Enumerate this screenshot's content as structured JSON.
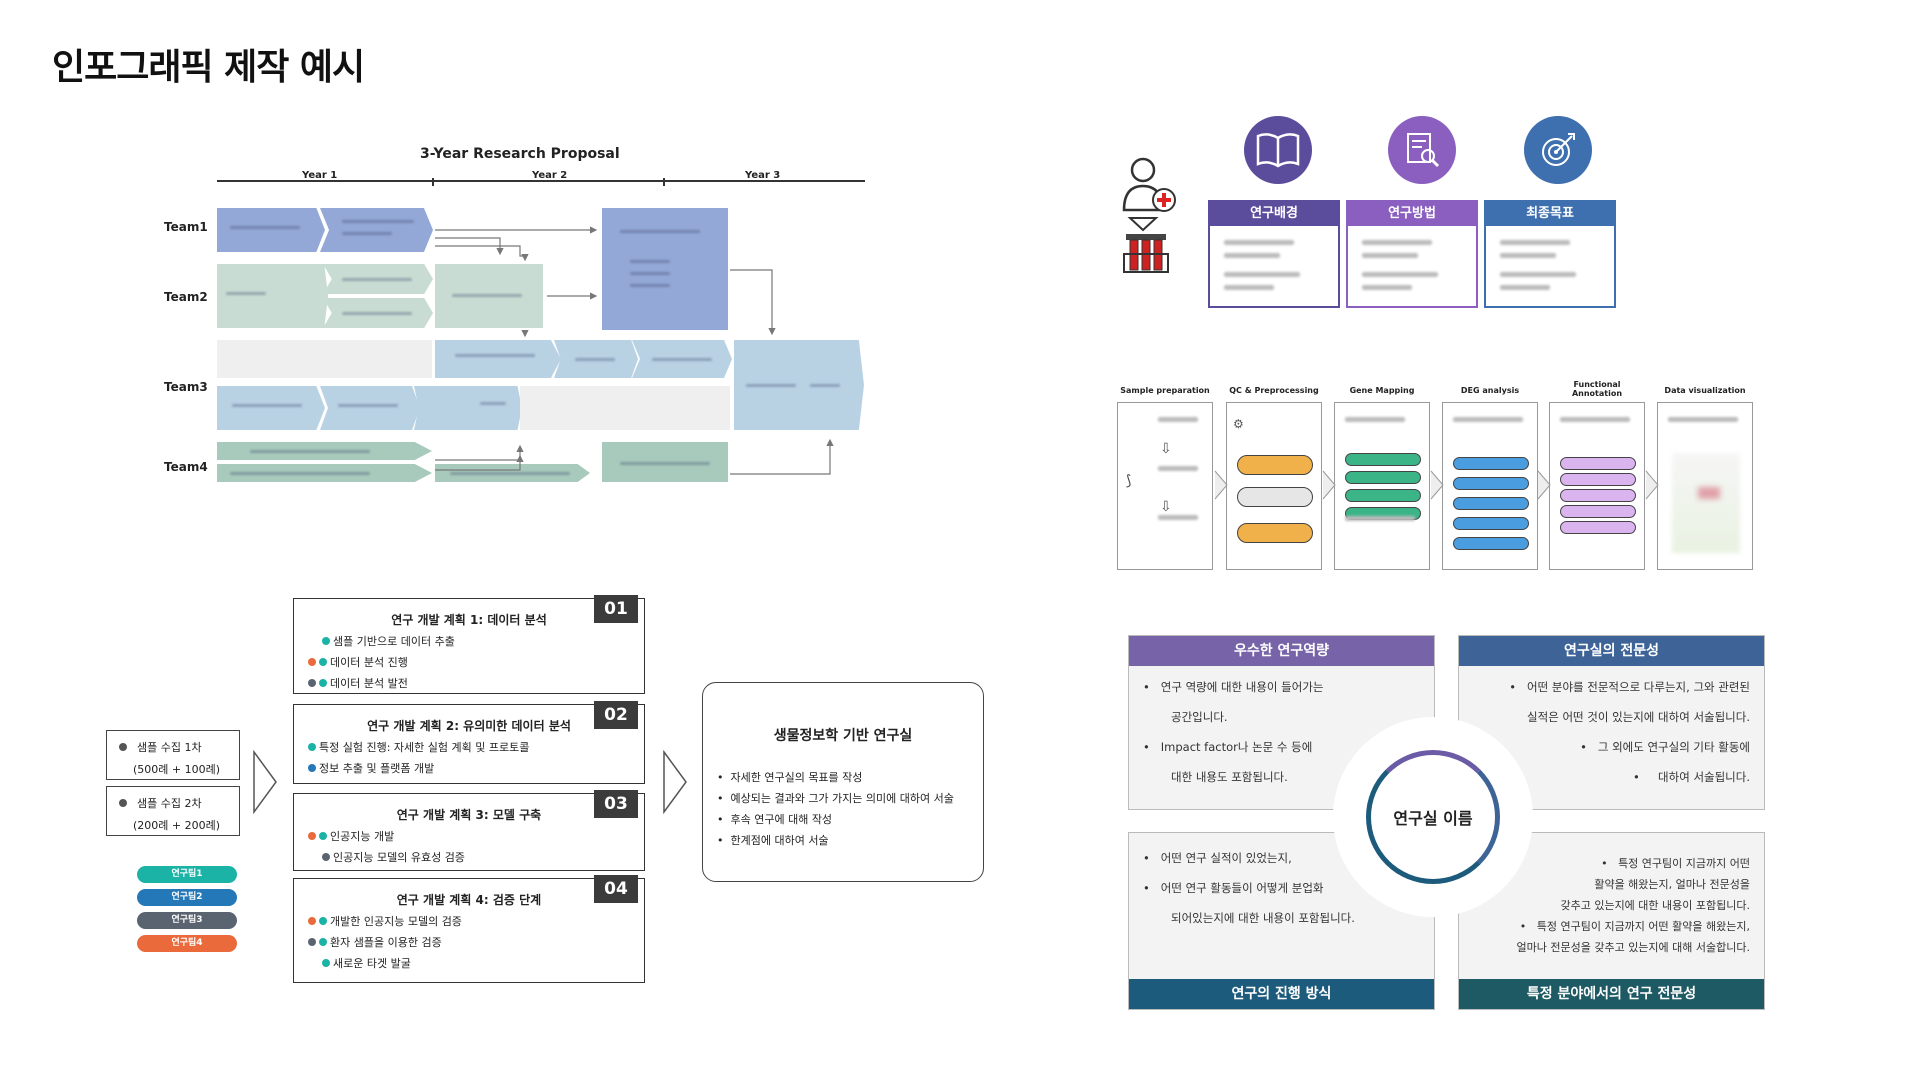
{
  "page": {
    "title": "인포그래픽 제작 예시"
  },
  "gantt": {
    "title": "3-Year Research Proposal",
    "years": [
      "Year 1",
      "Year 2",
      "Year 3"
    ],
    "teams": [
      "Team1",
      "Team2",
      "Team3",
      "Team4"
    ]
  },
  "icon_boxes": [
    {
      "label": "연구배경",
      "color": "#5b4d9c",
      "icon": "book-icon"
    },
    {
      "label": "연구방법",
      "color": "#8a5fbf",
      "icon": "document-search-icon"
    },
    {
      "label": "최종목표",
      "color": "#3e6fae",
      "icon": "target-icon"
    }
  ],
  "pipeline": {
    "steps": [
      "Sample preparation",
      "QC & Preprocessing",
      "Gene Mapping",
      "DEG analysis",
      "Functional Annotation",
      "Data visualization"
    ]
  },
  "samples": {
    "items": [
      "샘플 수집 1차",
      "(500례 + 100례)",
      "샘플 수집 2차",
      "(200례 + 200례)"
    ]
  },
  "teams_legend": [
    {
      "label": "연구팀1",
      "color": "#1ab3a6"
    },
    {
      "label": "연구팀2",
      "color": "#2478b8"
    },
    {
      "label": "연구팀3",
      "color": "#5a6470"
    },
    {
      "label": "연구팀4",
      "color": "#ea6a3b"
    }
  ],
  "plans": [
    {
      "num": "01",
      "title": "연구 개발 계획 1: 데이터 분석",
      "rows": [
        "샘플 기반으로 데이터 추출",
        "데이터 분석 진행",
        "데이터 분석 발전"
      ]
    },
    {
      "num": "02",
      "title": "연구 개발 계획 2: 유의미한 데이터 분석",
      "rows": [
        "특정 실험 진행: 자세한 실험 계획 및 프로토콜",
        "정보 추출 및 플랫폼 개발"
      ]
    },
    {
      "num": "03",
      "title": "연구 개발 계획 3: 모델 구축",
      "rows": [
        "인공지능 개발",
        "인공지능 모델의 유효성 검증"
      ]
    },
    {
      "num": "04",
      "title": "연구 개발 계획 4: 검증 단계",
      "rows": [
        "개발한 인공지능 모델의 검증",
        "환자 샘플을 이용한 검증",
        "새로운 타겟 발굴"
      ]
    }
  ],
  "lab_box": {
    "title": "생물정보학 기반 연구실",
    "items": [
      "자세한 연구실의 목표를 작성",
      "예상되는 결과와 그가 가지는 의미에 대하여 서술",
      "후속 연구에 대해 작성",
      "한계점에 대하여 서술"
    ]
  },
  "quadrant": {
    "center": "연구실 이름",
    "tl": {
      "head": "우수한 연구역량",
      "lines": [
        "연구 역량에 대한 내용이 들어가는",
        "공간입니다.",
        "Impact factor나 논문 수 등에",
        "대한 내용도 포함됩니다."
      ]
    },
    "tr": {
      "head": "연구실의 전문성",
      "lines": [
        "어떤 분야를 전문적으로 다루는지, 그와 관련된",
        "실적은 어떤 것이 있는지에 대하여 서술됩니다.",
        "그 외에도 연구실의 기타 활동에",
        "대하여 서술됩니다."
      ]
    },
    "bl": {
      "head": "연구의 진행 방식",
      "lines": [
        "어떤 연구 실적이 있었는지,",
        "어떤 연구 활동들이 어떻게 분업화",
        "되어있는지에 대한 내용이 포함됩니다."
      ]
    },
    "br": {
      "head": "특정 분야에서의 연구 전문성",
      "lines": [
        "특정 연구팀이 지금까지 어떤",
        "활약을 해왔는지, 얼마나 전문성을",
        "갖추고 있는지에 대한 내용이 포함됩니다.",
        "특정 연구팀이 지금까지 어떤 활약을 해왔는지,",
        "얼마나 전문성을 갖추고 있는지에 대해 서술합니다."
      ]
    }
  }
}
